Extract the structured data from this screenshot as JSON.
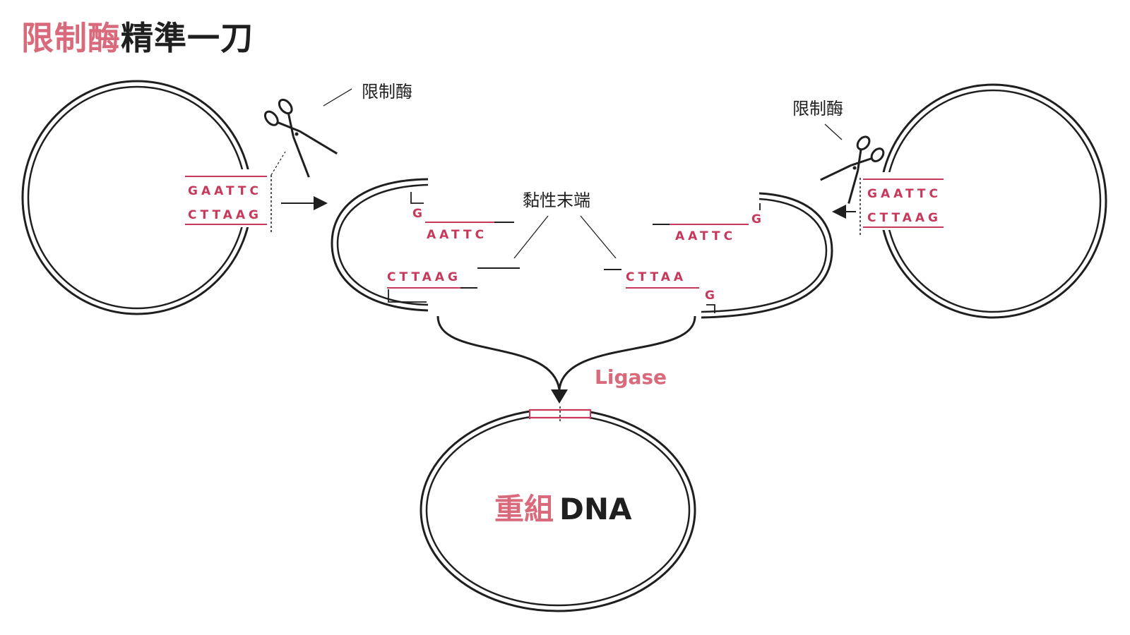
{
  "title": {
    "part1": "限制酶",
    "part2": "精準一刀"
  },
  "enzyme_label_left": "限制酶",
  "enzyme_label_right": "限制酶",
  "left_plasmid": {
    "top_seq": "GAATTC",
    "bottom_seq": "CTTAAG"
  },
  "right_plasmid": {
    "top_seq": "GAATTC",
    "bottom_seq": "CTTAAG"
  },
  "sticky_ends_label": "黏性末端",
  "cut_left": {
    "g_top": "G",
    "aattc": "AATTC",
    "cttaag": "CTTAAG"
  },
  "cut_right": {
    "aattc": "AATTC",
    "g_top": "G",
    "cttaa": "CTTAA",
    "g_bottom": "G"
  },
  "ligase_label": "Ligase",
  "recombinant": {
    "accent": "重組",
    "dark": "DNA"
  },
  "colors": {
    "accent": "#d96a7b",
    "sequence": "#c7385a",
    "ink": "#1f1f1f"
  }
}
